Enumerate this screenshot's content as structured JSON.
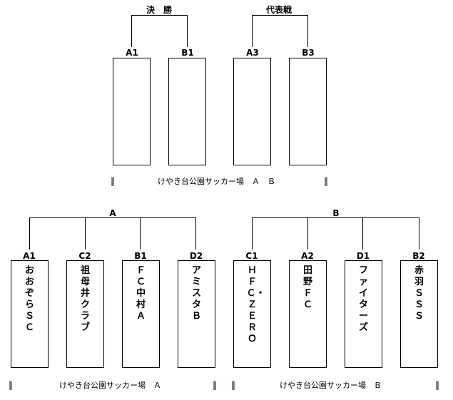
{
  "top": {
    "final_label": "決　勝",
    "rep_label": "代表戦",
    "slots": [
      "A1",
      "B1",
      "A3",
      "B3"
    ],
    "venue": "けやき台公園サッカー場　Ａ　Ｂ"
  },
  "bottom": {
    "group_a_label": "A",
    "group_b_label": "B",
    "teams": [
      {
        "slot": "A1",
        "name": "おおぞらＳＣ"
      },
      {
        "slot": "C2",
        "name": "祖母井クラブ"
      },
      {
        "slot": "B1",
        "name": "ＦＣ中村　Ａ"
      },
      {
        "slot": "D2",
        "name": "アミスタ　Ｂ"
      },
      {
        "slot": "C1",
        "name": "ＨＦＣ・ＺＥＲＯ"
      },
      {
        "slot": "A2",
        "name": "田野ＦＣ"
      },
      {
        "slot": "D1",
        "name": "ファイターズ"
      },
      {
        "slot": "B2",
        "name": "赤羽ＳＳＳ"
      }
    ],
    "venue_a": "けやき台公園サッカー場　Ａ",
    "venue_b": "けやき台公園サッカー場　Ｂ"
  },
  "glyphs": {
    "bar": "‖"
  }
}
